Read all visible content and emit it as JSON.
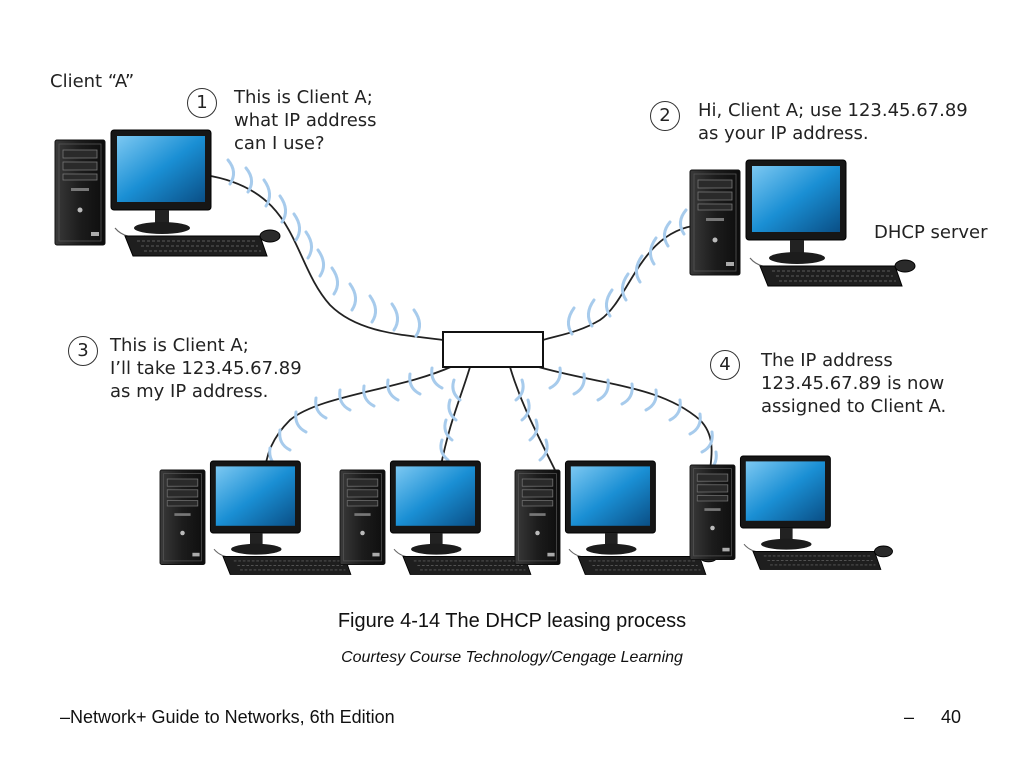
{
  "labels": {
    "client_a": "Client “A”",
    "dhcp_server": "DHCP server"
  },
  "steps": [
    {
      "number": "1",
      "lines": [
        "This is Client A;",
        "what IP address",
        "can I use?"
      ]
    },
    {
      "number": "2",
      "lines": [
        "Hi, Client A; use 123.45.67.89",
        "as your IP address."
      ]
    },
    {
      "number": "3",
      "lines": [
        "This is Client A;",
        "I’ll take 123.45.67.89",
        "as my IP address."
      ]
    },
    {
      "number": "4",
      "lines": [
        "The IP address",
        "123.45.67.89 is now",
        "assigned to Client A."
      ]
    }
  ],
  "caption": {
    "title": "Figure 4-14 The DHCP leasing process",
    "credit": "Courtesy Course Technology/Cengage Learning"
  },
  "footer": {
    "left": "–Network+ Guide to Networks, 6th Edition",
    "dash": "–",
    "page": "40"
  },
  "colors": {
    "wave": "#9fc6e8",
    "screen": "#1a8fd4",
    "cable": "#222222"
  }
}
